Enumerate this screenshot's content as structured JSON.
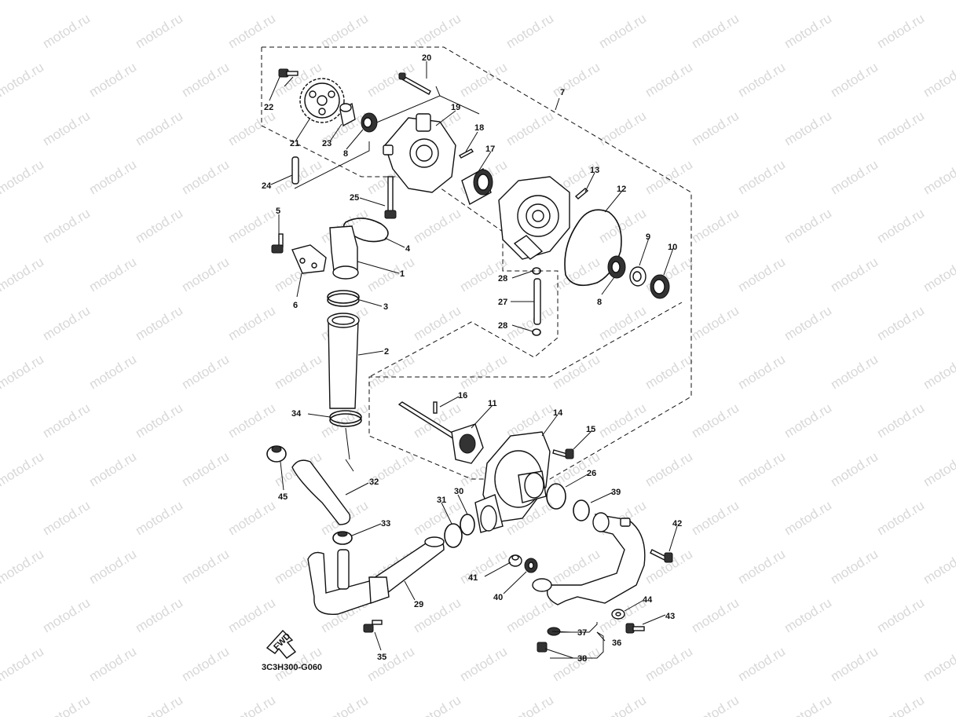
{
  "diagram": {
    "watermark_text": "motod.ru",
    "drawing_code": "3C3H300-G060",
    "fwd_label": "FWD",
    "callouts": {
      "c1": "1",
      "c2": "2",
      "c3": "3",
      "c4": "4",
      "c5": "5",
      "c6": "6",
      "c7": "7",
      "c8a": "8",
      "c8b": "8",
      "c9": "9",
      "c10": "10",
      "c11": "11",
      "c12": "12",
      "c13": "13",
      "c14": "14",
      "c15": "15",
      "c16": "16",
      "c17": "17",
      "c18": "18",
      "c19": "19",
      "c20": "20",
      "c21": "21",
      "c22": "22",
      "c23": "23",
      "c24": "24",
      "c25": "25",
      "c26": "26",
      "c27": "27",
      "c28a": "28",
      "c28b": "28",
      "c29": "29",
      "c30": "30",
      "c31": "31",
      "c32": "32",
      "c33": "33",
      "c34": "34",
      "c35": "35",
      "c36": "36",
      "c37": "37",
      "c38": "38",
      "c39": "39",
      "c40": "40",
      "c41": "41",
      "c42": "42",
      "c43": "43",
      "c44": "44",
      "c45": "45"
    }
  }
}
